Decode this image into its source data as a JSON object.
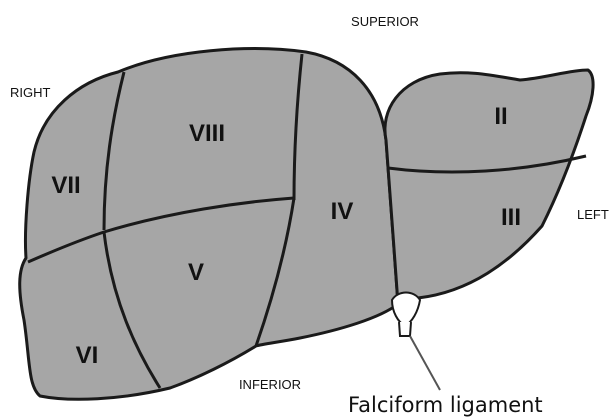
{
  "diagram": {
    "directions": {
      "superior": "SUPERIOR",
      "inferior": "INFERIOR",
      "right": "RIGHT",
      "left": "LEFT"
    },
    "segments": {
      "s2": "II",
      "s3": "III",
      "s4": "IV",
      "s5": "V",
      "s6": "VI",
      "s7": "VII",
      "s8": "VIII"
    },
    "annotation": "Falciform ligament",
    "colors": {
      "liver_fill": "#a6a6a6",
      "outline": "#1a1a1a",
      "ligament_fill": "#ffffff"
    }
  }
}
